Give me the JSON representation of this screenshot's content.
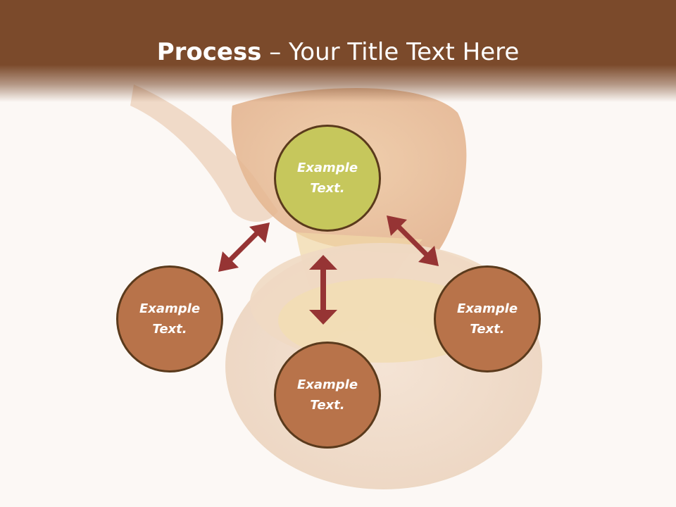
{
  "slide": {
    "title_bold": "Process",
    "title_rest": " – Your Title Text Here"
  },
  "nodes": [
    {
      "id": "top",
      "text": "Example Text.",
      "fill": "#c6c75c"
    },
    {
      "id": "left",
      "text": "Example Text.",
      "fill": "#b8734a"
    },
    {
      "id": "bottom",
      "text": "Example Text.",
      "fill": "#b8734a"
    },
    {
      "id": "right",
      "text": "Example Text.",
      "fill": "#b8734a"
    }
  ],
  "colors": {
    "header": "#7b4a2b",
    "arrow": "#963434",
    "circle_border": "#5a3a1c"
  },
  "background_image": "honey-dripping-from-wooden-spoon-into-bowl"
}
